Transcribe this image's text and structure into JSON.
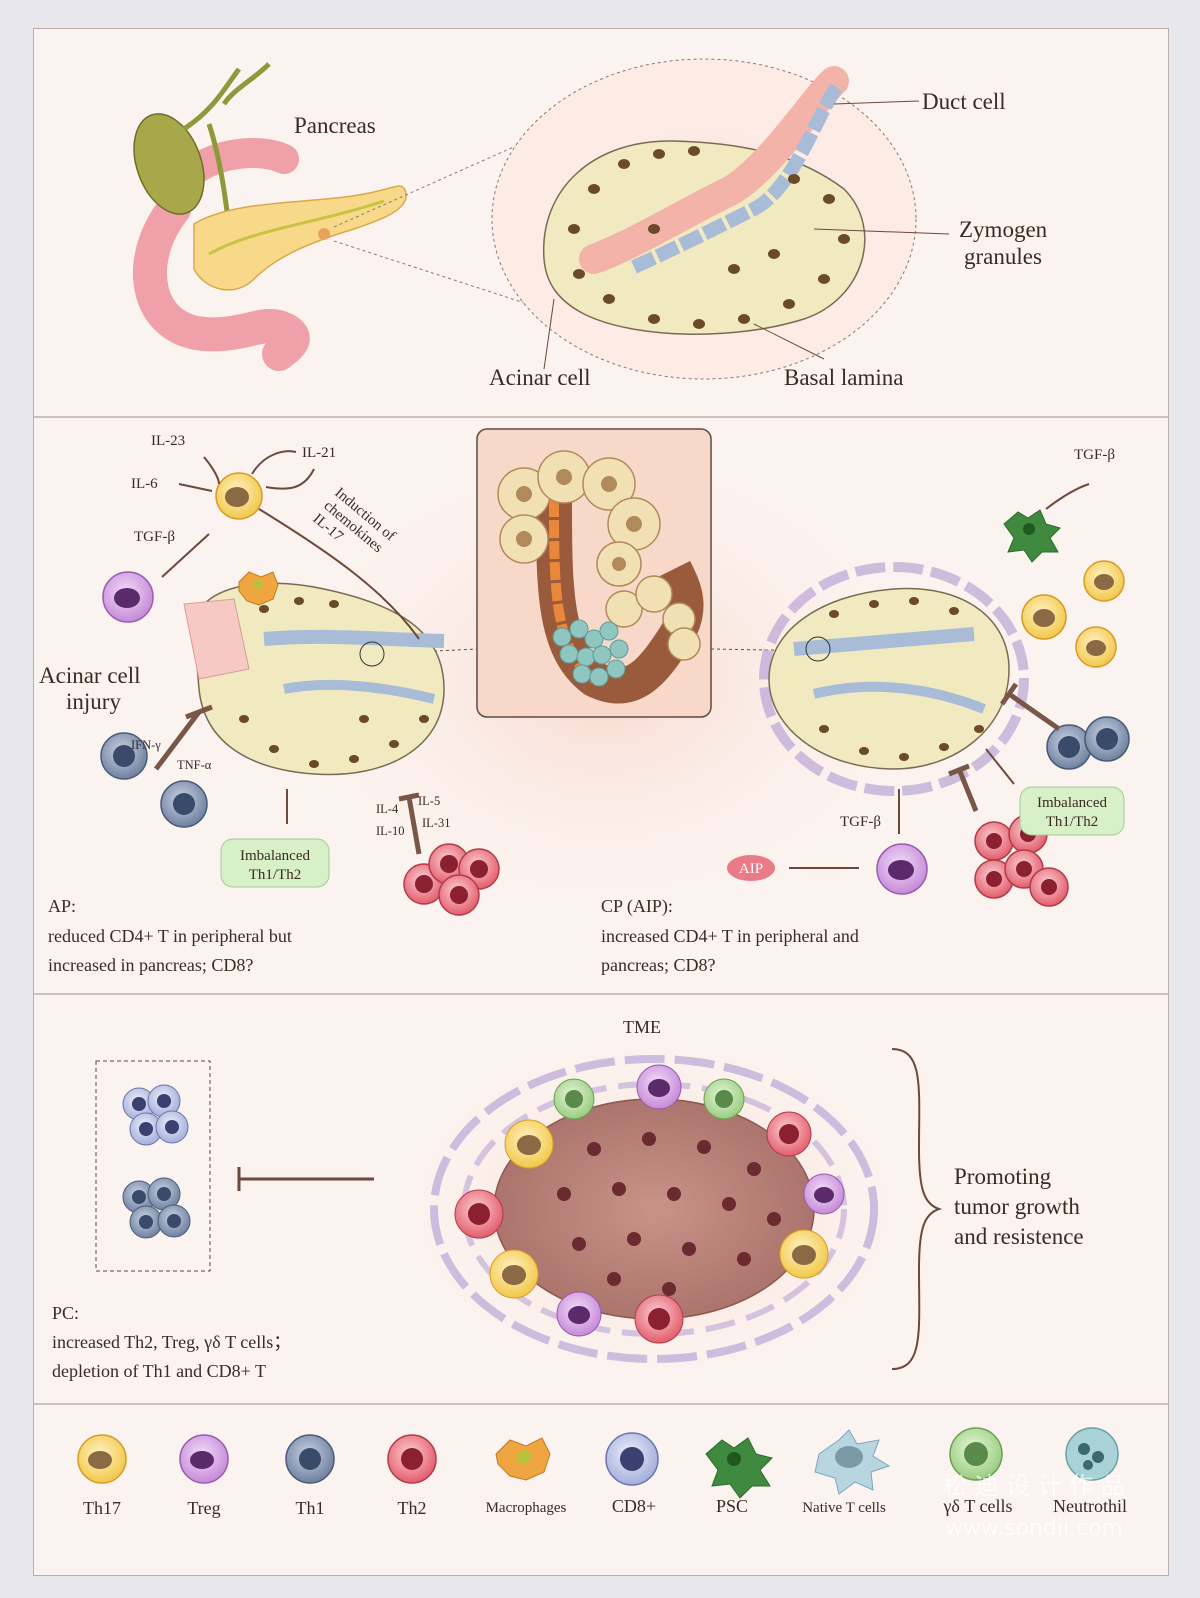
{
  "panel1": {
    "pancreas_label": "Pancreas",
    "duct_cell": "Duct cell",
    "zymogen_line1": "Zymogen",
    "zymogen_line2": "granules",
    "acinar_cell": "Acinar cell",
    "basal_lamina": "Basal lamina"
  },
  "panel2": {
    "il23": "IL-23",
    "il21": "IL-21",
    "il6": "IL-6",
    "tgfb_left": "TGF-β",
    "induction_line1": "Induction of",
    "induction_line2": "chemokines",
    "il17": "IL-17",
    "acinar_injury_line1": "Acinar cell",
    "acinar_injury_line2": "injury",
    "ifng": "IFN-γ",
    "tnfa": "TNF-α",
    "il4": "IL-4",
    "il5": "IL-5",
    "il10": "IL-10",
    "il31": "IL-31",
    "imbalanced_left_line1": "Imbalanced",
    "imbalanced_left_line2": "Th1/Th2",
    "ap_line1": "AP:",
    "ap_line2": "reduced CD4+ T in peripheral but",
    "ap_line3": "increased in pancreas; CD8?",
    "tgfb_right_top": "TGF-β",
    "tgfb_right_bottom": "TGF-β",
    "aip_badge": "AIP",
    "imbalanced_right_line1": "Imbalanced",
    "imbalanced_right_line2": "Th1/Th2",
    "cp_line1": "CP (AIP):",
    "cp_line2": "increased  CD4+ T in peripheral and",
    "cp_line3": "pancreas; CD8?"
  },
  "panel3": {
    "tme": "TME",
    "promoting_line1": "Promoting",
    "promoting_line2": "tumor growth",
    "promoting_line3": "and resistence",
    "pc_line1": "PC:",
    "pc_line2": "increased Th2, Treg, γδ T cells；",
    "pc_line3": "depletion of Th1 and CD8+ T"
  },
  "legend": {
    "items": [
      {
        "label": "Th17",
        "icon": "th17-cell-icon",
        "color": "#f2c84b"
      },
      {
        "label": "Treg",
        "icon": "treg-cell-icon",
        "color": "#c58ad8"
      },
      {
        "label": "Th1",
        "icon": "th1-cell-icon",
        "color": "#7d8faa"
      },
      {
        "label": "Th2",
        "icon": "th2-cell-icon",
        "color": "#e96a78"
      },
      {
        "label": "Macrophages",
        "icon": "macrophage-icon",
        "color": "#f0a640"
      },
      {
        "label": "CD8+",
        "icon": "cd8-cell-icon",
        "color": "#a9b4dc"
      },
      {
        "label": "PSC",
        "icon": "psc-cell-icon",
        "color": "#3f8a3f"
      },
      {
        "label": "Native T cells",
        "icon": "native-t-cell-icon",
        "color": "#9ec4d2"
      },
      {
        "label": "γδ T cells",
        "icon": "gamma-delta-t-cell-icon",
        "color": "#a8d48f"
      },
      {
        "label": "Neutrothil",
        "icon": "neutrophil-icon",
        "color": "#8fc3c8"
      }
    ]
  },
  "watermark_line1": "松 迪 设 计 作 品",
  "watermark_line2": "www.sondii.com"
}
